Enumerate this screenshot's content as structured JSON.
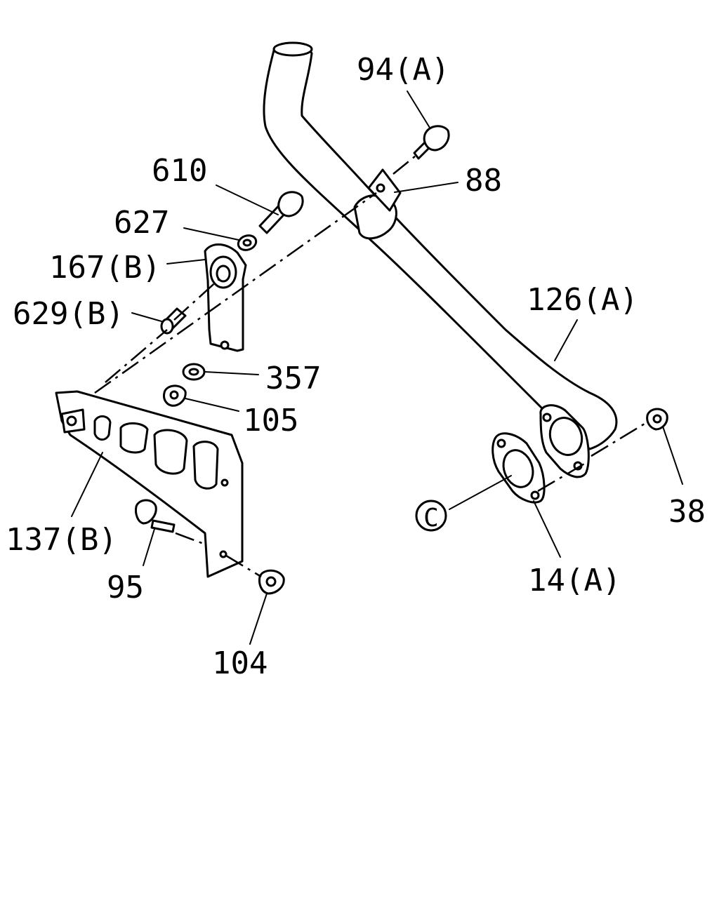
{
  "labels": {
    "l94a": "94(A)",
    "l610": "610",
    "l627": "627",
    "l167b": "167(B)",
    "l629b": "629(B)",
    "l88": "88",
    "l357": "357",
    "l105": "105",
    "l126a": "126(A)",
    "l137b": "137(B)",
    "l95": "95",
    "l104": "104",
    "l14a": "14(A)",
    "l38": "38"
  },
  "ref_c": "C"
}
